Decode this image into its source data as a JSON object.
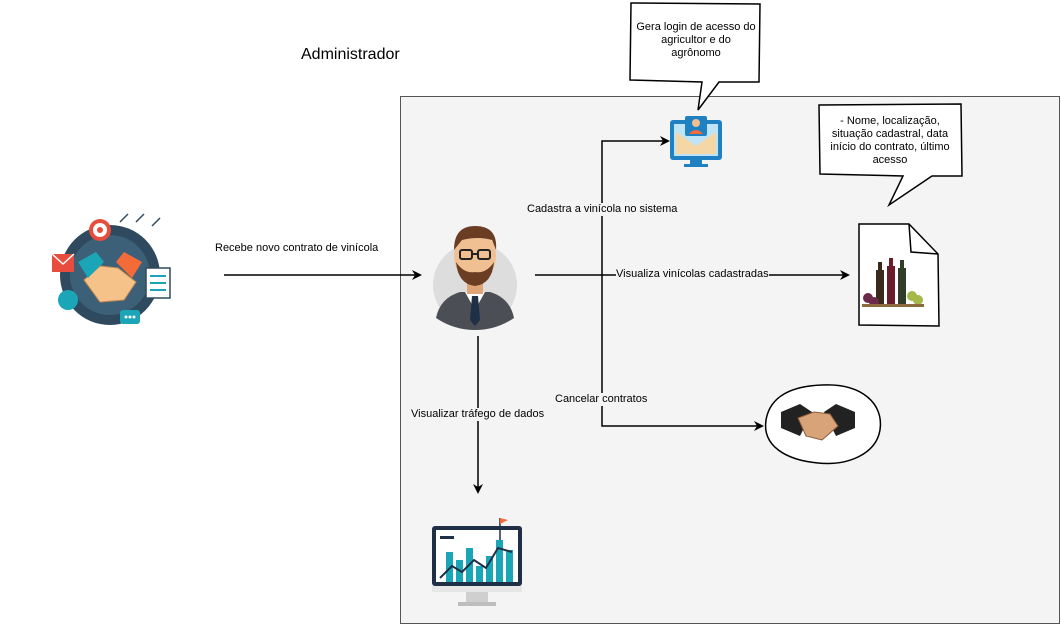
{
  "title": "Administrador",
  "edges": {
    "receive_contract": "Recebe novo contrato de vinícola",
    "register_winery": "Cadastra a vinícola no sistema",
    "view_wineries": "Visualiza vinícolas cadastradas",
    "cancel_contracts": "Cancelar contratos",
    "view_traffic": "Visualizar tráfego de dados"
  },
  "callouts": {
    "login": "Gera login de acesso do agricultor e do agrônomo",
    "winery_info": "- Nome, localização, situação cadastral, data início do contrato, último acesso"
  },
  "icons": {
    "business_deal": "handshake-business-icon",
    "admin": "administrator-avatar-icon",
    "login_computer": "computer-user-icon",
    "wine_document": "wine-document-icon",
    "cancel_handshake": "handshake-icon",
    "traffic_monitor": "analytics-monitor-icon"
  },
  "colors": {
    "panel_bg": "#f4f4f4",
    "edge": "#000000",
    "accent_teal": "#1aa6b7",
    "accent_orange": "#f26b38"
  }
}
